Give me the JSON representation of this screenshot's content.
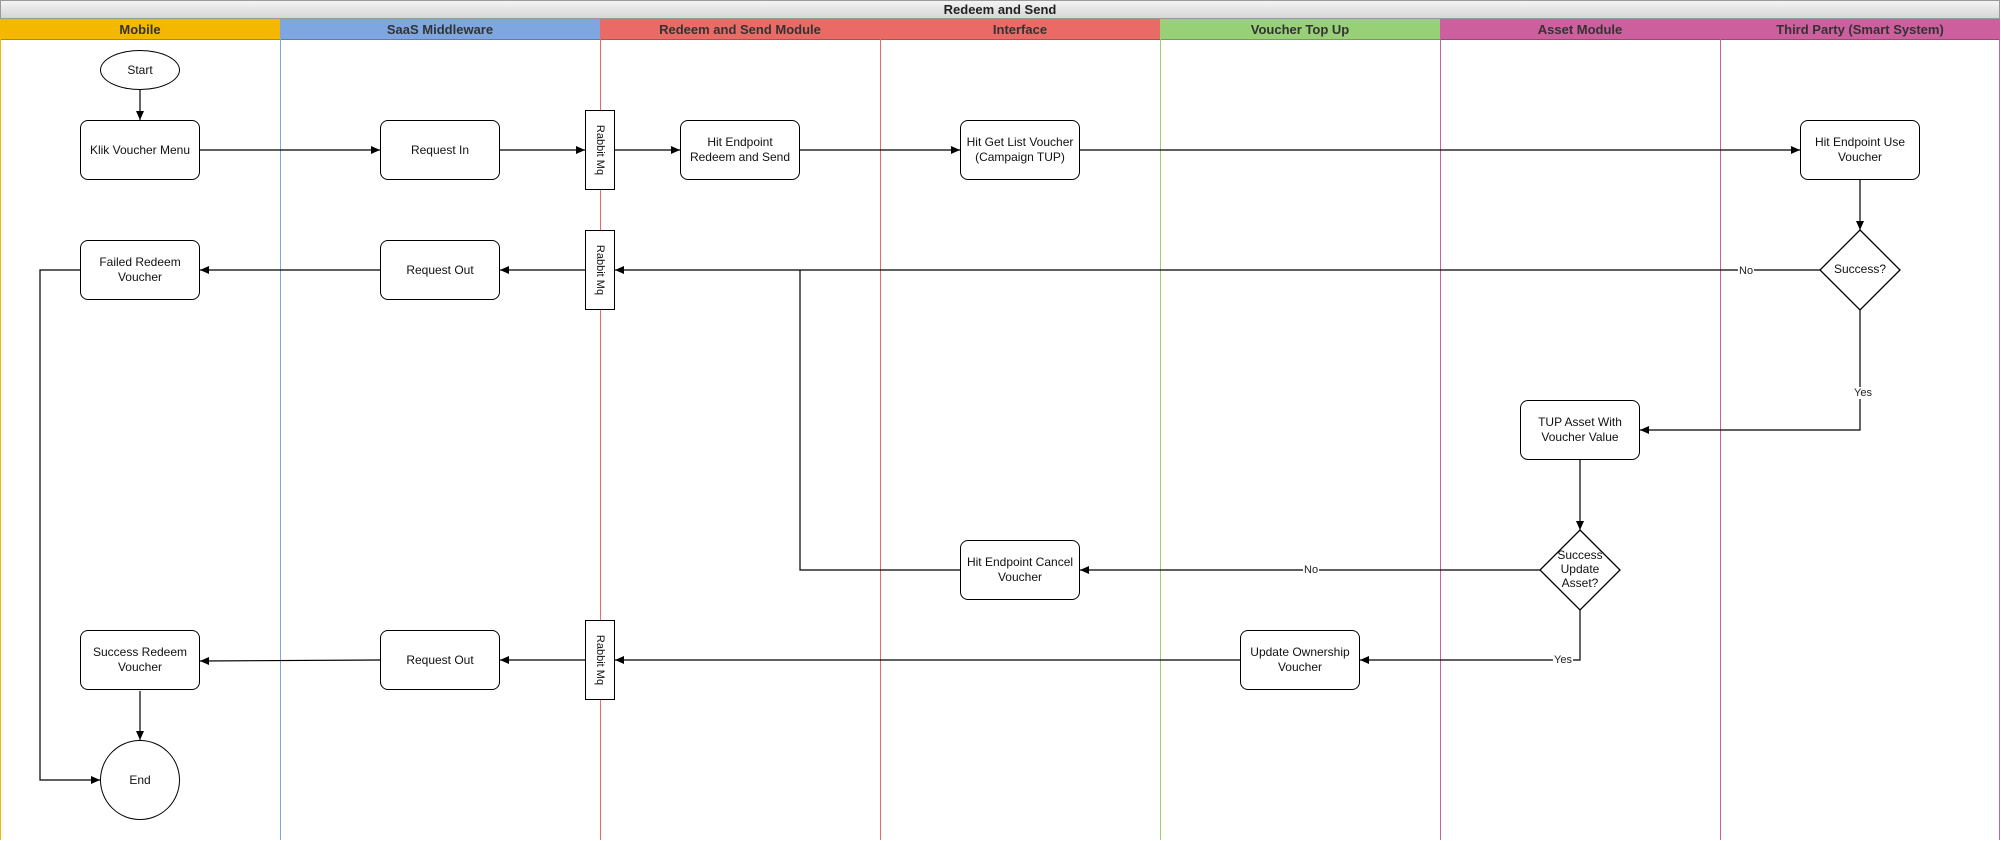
{
  "diagram": {
    "title": "Redeem and Send",
    "lanes": [
      {
        "label": "Mobile",
        "color": "#f5b800"
      },
      {
        "label": "SaaS Middleware",
        "color": "#7ea6e0"
      },
      {
        "label": "Redeem and Send Module",
        "color": "#ea6b66"
      },
      {
        "label": "Interface",
        "color": "#ea6b66"
      },
      {
        "label": "Voucher Top Up",
        "color": "#97d077"
      },
      {
        "label": "Asset Module",
        "color": "#cd5f9f"
      },
      {
        "label": "Third Party (Smart System)",
        "color": "#cd5f9f"
      }
    ],
    "nodes": {
      "start": "Start",
      "klik_voucher_menu": "Klik Voucher Menu",
      "request_in": "Request In",
      "rabbit_mq_1": "Rabbit Mq",
      "hit_endpoint_redeem": "Hit Endpoint Redeem and Send",
      "hit_get_list_voucher": "Hit Get List Voucher (Campaign TUP)",
      "hit_endpoint_use_voucher": "Hit Endpoint Use Voucher",
      "success_decision": "Success?",
      "failed_redeem_voucher": "Failed Redeem Voucher",
      "request_out_1": "Request Out",
      "rabbit_mq_2": "Rabbit Mq",
      "tup_asset": "TUP Asset With Voucher Value",
      "success_update_asset": "Success Update Asset?",
      "hit_endpoint_cancel": "Hit Endpoint Cancel Voucher",
      "update_ownership": "Update Ownership Voucher",
      "success_redeem_voucher": "Success Redeem Voucher",
      "request_out_2": "Request Out",
      "rabbit_mq_3": "Rabbit Mq",
      "end": "End"
    },
    "edge_labels": {
      "no_1": "No",
      "yes_1": "Yes",
      "no_2": "No",
      "yes_2": "Yes"
    }
  }
}
